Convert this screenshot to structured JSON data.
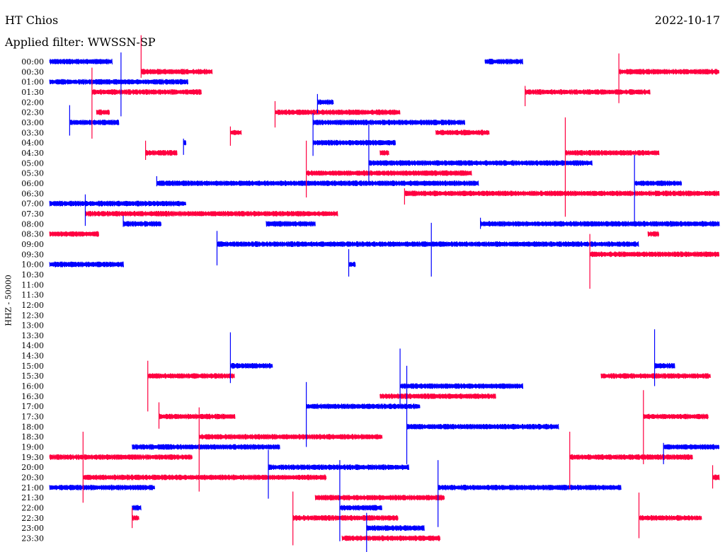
{
  "header": {
    "station": "HT Chios",
    "date": "2022-10-17",
    "filter": "Applied filter: WWSSN-SP"
  },
  "chart_data": {
    "type": "line",
    "title": "HT Chios",
    "ylabel": "HHZ - 50000",
    "minutes_per_line": 30,
    "colors": [
      "#0000ff",
      "#ff0040"
    ],
    "tick_labels": [
      "00:00",
      "00:30",
      "01:00",
      "01:30",
      "02:00",
      "02:30",
      "03:00",
      "03:30",
      "04:00",
      "04:30",
      "05:00",
      "05:30",
      "06:00",
      "06:30",
      "07:00",
      "07:30",
      "08:00",
      "08:30",
      "09:00",
      "09:30",
      "10:00",
      "10:30",
      "11:00",
      "11:30",
      "12:00",
      "12:30",
      "13:00",
      "13:30",
      "14:00",
      "14:30",
      "15:00",
      "15:30",
      "16:00",
      "16:30",
      "17:00",
      "17:30",
      "18:00",
      "18:30",
      "19:00",
      "19:30",
      "20:00",
      "20:30",
      "21:00",
      "21:30",
      "22:00",
      "22:30",
      "23:00",
      "23:30"
    ],
    "segments": [
      [
        [
          0,
          2.8
        ],
        [
          19.5,
          21.2
        ]
      ],
      [
        [
          4.1,
          7.3
        ],
        [
          25.5,
          30
        ]
      ],
      [
        [
          0,
          6.2
        ]
      ],
      [
        [
          1.9,
          6.8
        ],
        [
          21.3,
          26.9
        ]
      ],
      [
        [
          12.0,
          12.7
        ]
      ],
      [
        [
          2.1,
          2.7
        ],
        [
          10.1,
          15.7
        ]
      ],
      [
        [
          0.9,
          3.1
        ],
        [
          11.8,
          18.6
        ]
      ],
      [
        [
          8.1,
          8.6
        ],
        [
          17.3,
          19.7
        ]
      ],
      [
        [
          6.0,
          6.1
        ],
        [
          11.8,
          15.5
        ]
      ],
      [
        [
          4.3,
          5.7
        ],
        [
          14.8,
          15.2
        ],
        [
          23.1,
          27.3
        ]
      ],
      [
        [
          14.3,
          24.3
        ]
      ],
      [
        [
          11.5,
          18.9
        ]
      ],
      [
        [
          4.8,
          19.2
        ],
        [
          26.2,
          28.3
        ]
      ],
      [
        [
          15.9,
          30
        ]
      ],
      [
        [
          0,
          6.1
        ]
      ],
      [
        [
          1.6,
          12.9
        ]
      ],
      [
        [
          3.3,
          5.0
        ],
        [
          9.7,
          11.9
        ],
        [
          19.3,
          30
        ]
      ],
      [
        [
          0,
          2.2
        ],
        [
          26.8,
          27.3
        ]
      ],
      [
        [
          7.5,
          26.4
        ]
      ],
      [
        [
          24.2,
          30
        ]
      ],
      [
        [
          0,
          3.3
        ],
        [
          13.4,
          13.7
        ]
      ],
      [],
      [],
      [],
      [],
      [],
      [],
      [],
      [],
      [],
      [
        [
          8.1,
          10.0
        ],
        [
          27.1,
          28.0
        ]
      ],
      [
        [
          4.4,
          8.3
        ],
        [
          24.7,
          29.6
        ]
      ],
      [
        [
          15.7,
          21.2
        ]
      ],
      [
        [
          14.8,
          20.0
        ]
      ],
      [
        [
          11.5,
          16.6
        ]
      ],
      [
        [
          4.9,
          8.3
        ],
        [
          26.6,
          29.5
        ]
      ],
      [
        [
          16.0,
          22.8
        ]
      ],
      [
        [
          6.7,
          14.9
        ]
      ],
      [
        [
          3.7,
          10.3
        ],
        [
          27.5,
          30
        ]
      ],
      [
        [
          0,
          6.4
        ],
        [
          23.3,
          28.8
        ]
      ],
      [
        [
          9.8,
          16.1
        ]
      ],
      [
        [
          1.5,
          12.4
        ],
        [
          29.7,
          30
        ]
      ],
      [
        [
          0,
          4.7
        ],
        [
          17.4,
          25.6
        ]
      ],
      [
        [
          11.9,
          17.7
        ]
      ],
      [
        [
          3.7,
          4.1
        ],
        [
          13.0,
          14.9
        ]
      ],
      [
        [
          3.7,
          4.0
        ],
        [
          10.9,
          15.6
        ],
        [
          26.4,
          29.2
        ]
      ],
      [
        [
          14.2,
          16.8
        ]
      ],
      [
        [
          13.1,
          17.5
        ]
      ]
    ],
    "spikes": [
      [
        1,
        4.1,
        3.6,
        0.6
      ],
      [
        1,
        25.5,
        1.8,
        3.1
      ],
      [
        2,
        3.2,
        2.9,
        3.4
      ],
      [
        3,
        1.9,
        2.4,
        4.6
      ],
      [
        3,
        21.3,
        0.6,
        1.4
      ],
      [
        4,
        12.0,
        0.8,
        1.1
      ],
      [
        5,
        10.1,
        1.1,
        1.5
      ],
      [
        6,
        0.9,
        1.7,
        1.3
      ],
      [
        6,
        11.8,
        0.9,
        3.3
      ],
      [
        7,
        8.1,
        0.6,
        1.3
      ],
      [
        8,
        6.0,
        0.4,
        1.2
      ],
      [
        9,
        4.3,
        1.2,
        0.7
      ],
      [
        9,
        23.1,
        3.5,
        6.3
      ],
      [
        10,
        14.3,
        3.8,
        2.0
      ],
      [
        11,
        11.5,
        3.2,
        2.4
      ],
      [
        12,
        4.8,
        0.7,
        0.3
      ],
      [
        12,
        26.2,
        2.8,
        3.8
      ],
      [
        13,
        15.9,
        0.5,
        1.1
      ],
      [
        14,
        1.6,
        0.9,
        2.2
      ],
      [
        16,
        3.3,
        0.8,
        0.3
      ],
      [
        16,
        19.3,
        0.6,
        0.5
      ],
      [
        18,
        7.5,
        1.3,
        2.1
      ],
      [
        18,
        17.1,
        2.1,
        3.2
      ],
      [
        19,
        24.2,
        2.0,
        3.4
      ],
      [
        20,
        13.4,
        1.5,
        1.2
      ],
      [
        30,
        8.1,
        3.3,
        1.7
      ],
      [
        30,
        27.1,
        3.6,
        2.0
      ],
      [
        31,
        4.4,
        1.5,
        3.5
      ],
      [
        32,
        15.7,
        3.7,
        2.1
      ],
      [
        32,
        16.0,
        2.0,
        7.7
      ],
      [
        34,
        11.5,
        2.4,
        4.0
      ],
      [
        35,
        4.9,
        1.4,
        1.2
      ],
      [
        35,
        26.6,
        2.6,
        4.7
      ],
      [
        37,
        6.7,
        2.9,
        5.4
      ],
      [
        38,
        27.5,
        0.4,
        1.7
      ],
      [
        39,
        1.5,
        2.5,
        4.5
      ],
      [
        39,
        23.3,
        2.5,
        3.1
      ],
      [
        40,
        9.8,
        1.7,
        3.1
      ],
      [
        41,
        29.7,
        1.2,
        1.1
      ],
      [
        42,
        17.4,
        2.7,
        3.9
      ],
      [
        43,
        10.9,
        0.6,
        4.7
      ],
      [
        44,
        13.0,
        4.7,
        3.3
      ],
      [
        45,
        26.4,
        2.5,
        2.0
      ],
      [
        45,
        3.7,
        1.0,
        1.0
      ],
      [
        46,
        14.2,
        1.5,
        2.4
      ]
    ]
  }
}
